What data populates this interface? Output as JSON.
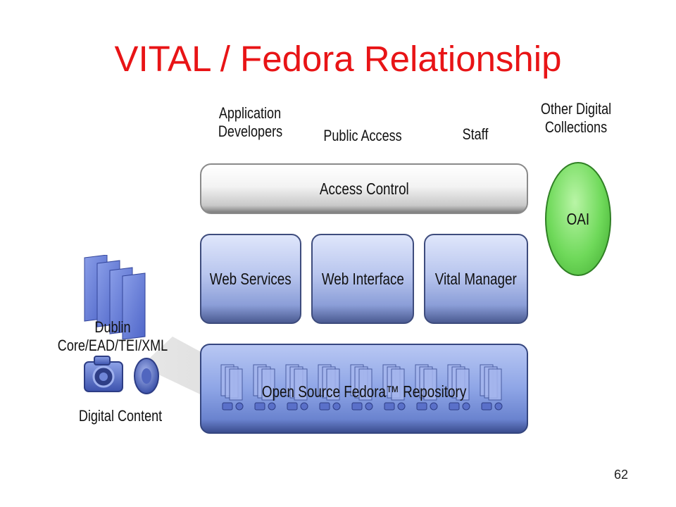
{
  "title": "VITAL / Fedora Relationship",
  "top_labels": {
    "developers": "Application Developers",
    "public_access": "Public Access",
    "staff": "Staff",
    "other": "Other Digital Collections"
  },
  "access_control": "Access Control",
  "services": {
    "web_services": "Web Services",
    "web_interface": "Web Interface",
    "vital_manager": "Vital Manager"
  },
  "oai": "OAI",
  "repository": "Open Source Fedora™ Repository",
  "left": {
    "metadata": "Dublin Core/EAD/TEI/XML",
    "digital_content": "Digital Content"
  },
  "page_number": "62",
  "colors": {
    "title": "#e81416",
    "service_box": "#9db0e8",
    "repository": "#7d95dc",
    "oai": "#6fd95a"
  }
}
